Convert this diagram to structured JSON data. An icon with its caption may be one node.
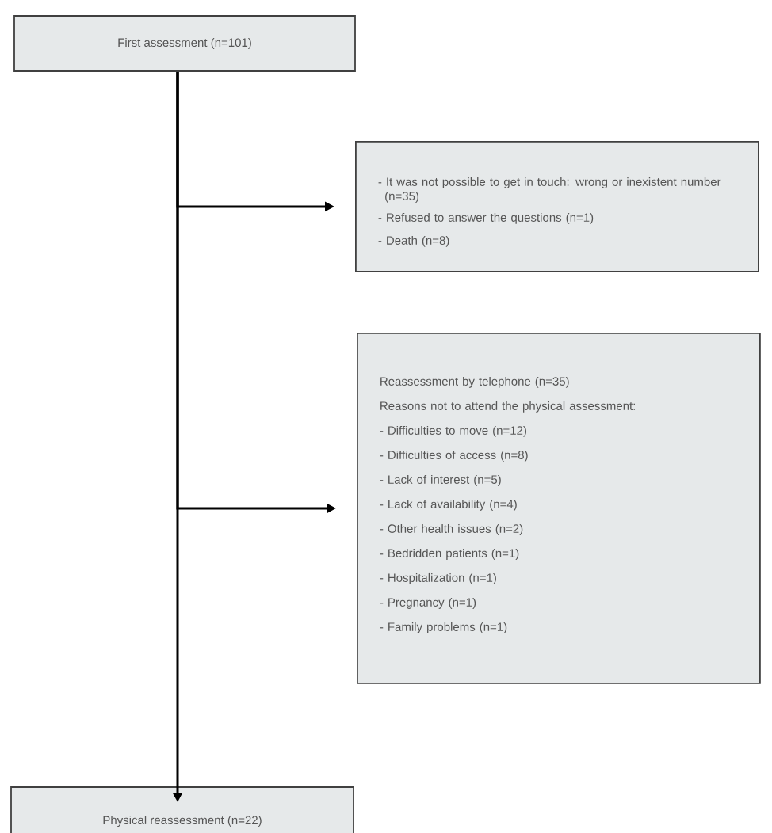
{
  "diagram": {
    "nodes": [
      {
        "text": [
          "First assessment (n=101)"
        ]
      },
      {
        "text": [
          "- It was not possible to get in touch: wrong or inexistent number (n=35)",
          "- Refused to answer the questions (n=1)",
          "- Death (n=8)"
        ]
      },
      {
        "text": [
          "Reassessment by telephone (n=35)",
          "Reasons not to attend the physical assessment:",
          "- Difficulties to move (n=12)",
          "- Difficulties of access (n=8)",
          "- Lack of interest (n=5)",
          "- Lack of availability (n=4)",
          "- Other health issues (n=2)",
          "- Bedridden patients (n=1)",
          "- Hospitalization (n=1)",
          "- Pregnancy (n=1)",
          "- Family problems (n=1)"
        ]
      },
      {
        "text": [
          "Physical reassessment  (n=22)"
        ]
      }
    ],
    "edges": [
      {
        "from": 0,
        "to": 1,
        "arrow": "to"
      },
      {
        "from": 0,
        "to": 2,
        "arrow": "to"
      },
      {
        "from": 0,
        "to": 3,
        "arrow": "to"
      }
    ]
  }
}
